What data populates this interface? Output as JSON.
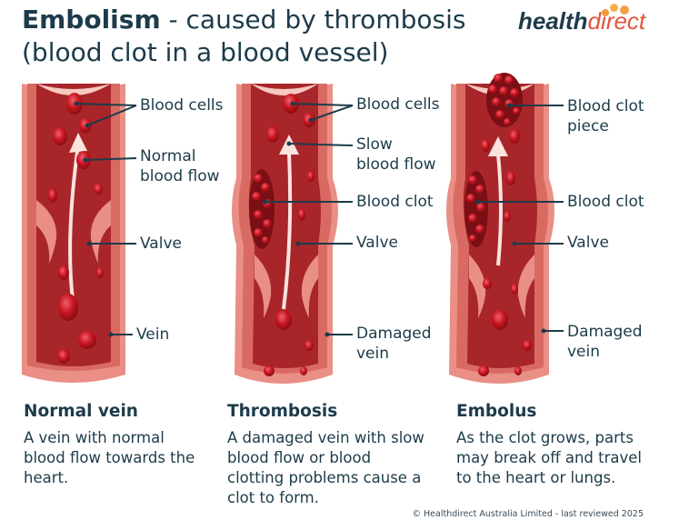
{
  "title": {
    "bold": "Embolism",
    "rest": " - caused by thrombosis",
    "line2": "(blood clot in a blood vessel)"
  },
  "logo": {
    "part1": "health",
    "part2": "direct"
  },
  "panels": [
    {
      "heading": "Normal vein",
      "description": "A vein with normal blood flow towards the heart.",
      "labels": {
        "cells": "Blood cells",
        "flow1": "Normal",
        "flow2": "blood flow",
        "valve": "Valve",
        "vein": "Vein"
      }
    },
    {
      "heading": "Thrombosis",
      "description": "A damaged vein with slow blood flow or blood clotting problems cause a clot to form.",
      "labels": {
        "cells": "Blood cells",
        "flow1": "Slow",
        "flow2": "blood flow",
        "clot": "Blood clot",
        "valve": "Valve",
        "vein1": "Damaged",
        "vein2": "vein"
      }
    },
    {
      "heading": "Embolus",
      "description": "As the clot grows, parts may break off and travel to the heart or lungs.",
      "labels": {
        "piece1": "Blood clot",
        "piece2": "piece",
        "clot": "Blood clot",
        "valve": "Valve",
        "vein1": "Damaged",
        "vein2": "vein"
      }
    }
  ],
  "footer": "© Healthdirect Australia Limited - last reviewed 2025",
  "colors": {
    "outer": "#e98f86",
    "lumen": "#a8262a",
    "cell": "#c8151f",
    "text": "#1d3b4a",
    "flow_arrow": "#fbe3de"
  }
}
